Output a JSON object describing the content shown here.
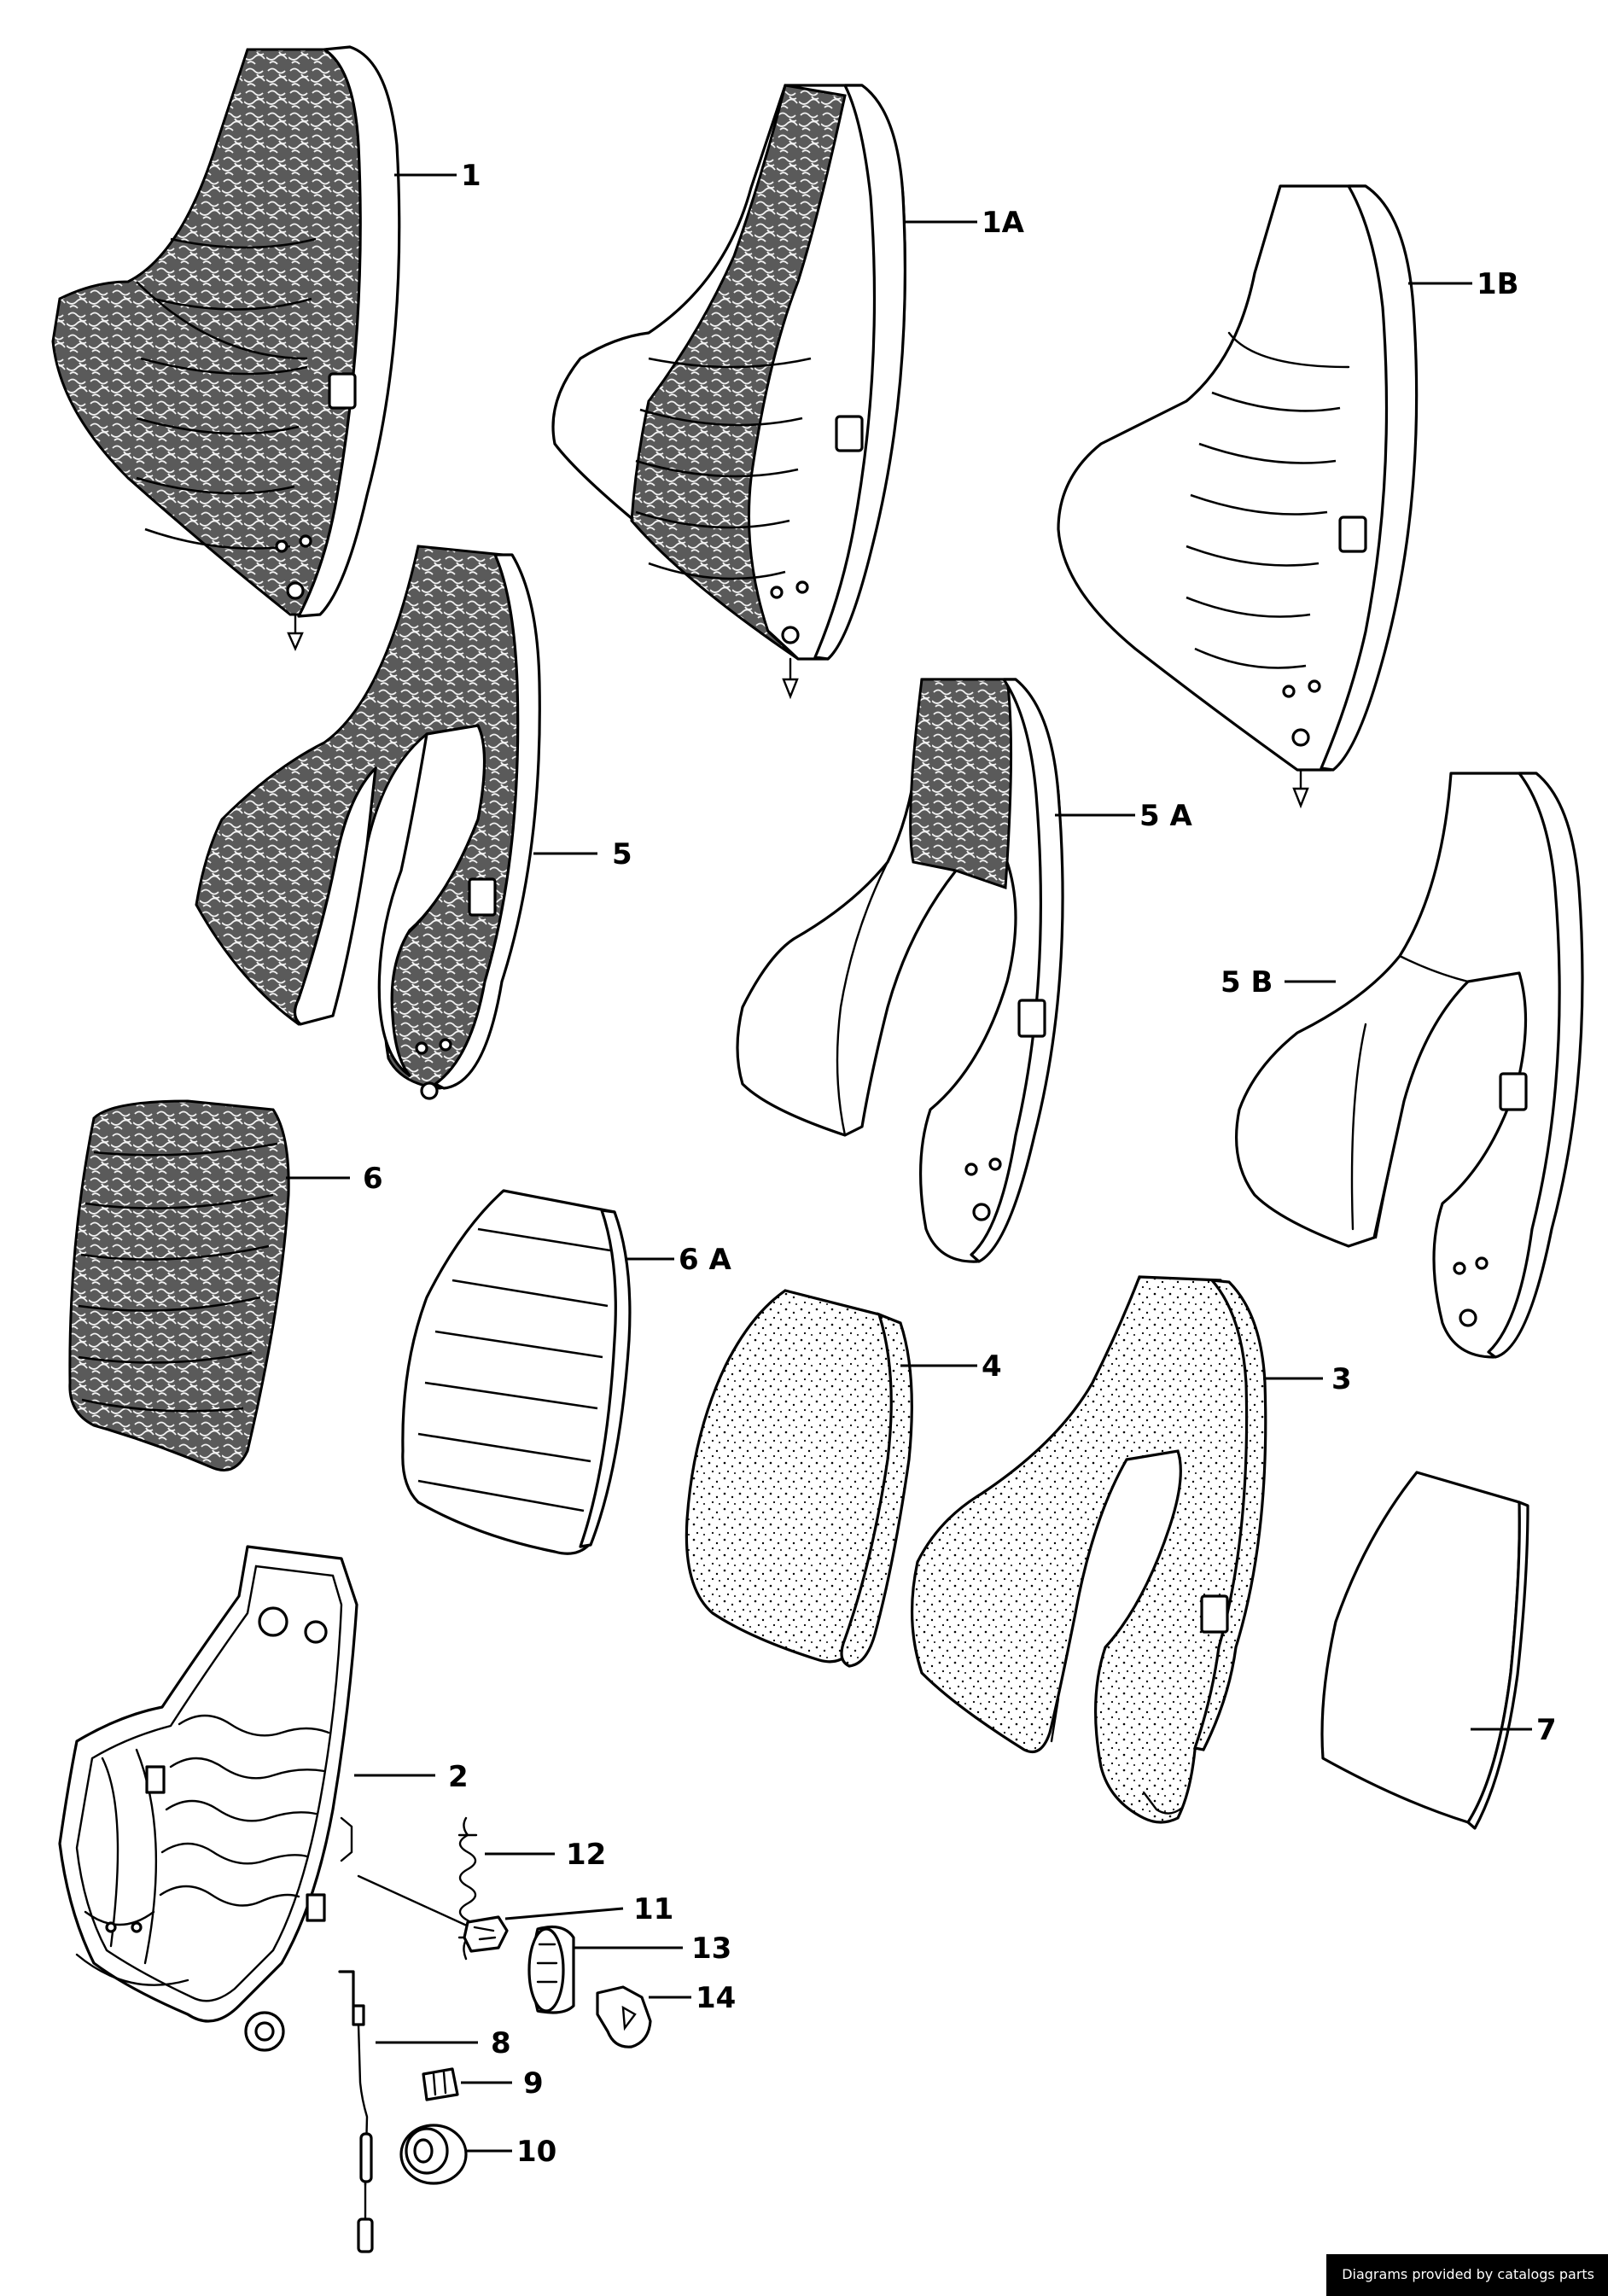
{
  "labels": {
    "p1": "1",
    "p1a": "1A",
    "p1b": "1B",
    "p5": "5",
    "p5a": "5 A",
    "p5b": "5 B",
    "p6": "6",
    "p6a": "6 A",
    "p4": "4",
    "p3": "3",
    "p7": "7",
    "p2": "2",
    "p12": "12",
    "p11": "11",
    "p13": "13",
    "p14": "14",
    "p8": "8",
    "p9": "9",
    "p10": "10"
  },
  "credit": "Diagrams provided by catalogs parts"
}
